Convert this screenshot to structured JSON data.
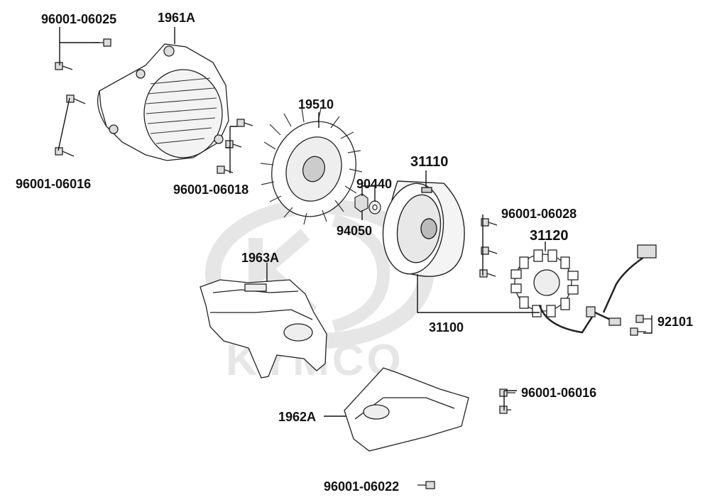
{
  "watermark": {
    "brand_text": "KYMCO"
  },
  "labels": {
    "p_96001_06025": "96001-06025",
    "p_1961A": "1961A",
    "p_96001_06016_top": "96001-06016",
    "p_19510": "19510",
    "p_96001_06018": "96001-06018",
    "p_31110": "31110",
    "p_90440": "90440",
    "p_94050": "94050",
    "p_96001_06028": "96001-06028",
    "p_31120": "31120",
    "p_1963A": "1963A",
    "p_31100": "31100",
    "p_92101": "92101",
    "p_96001_06016_bottom": "96001-06016",
    "p_1962A": "1962A",
    "p_96001_06022": "96001-06022"
  }
}
